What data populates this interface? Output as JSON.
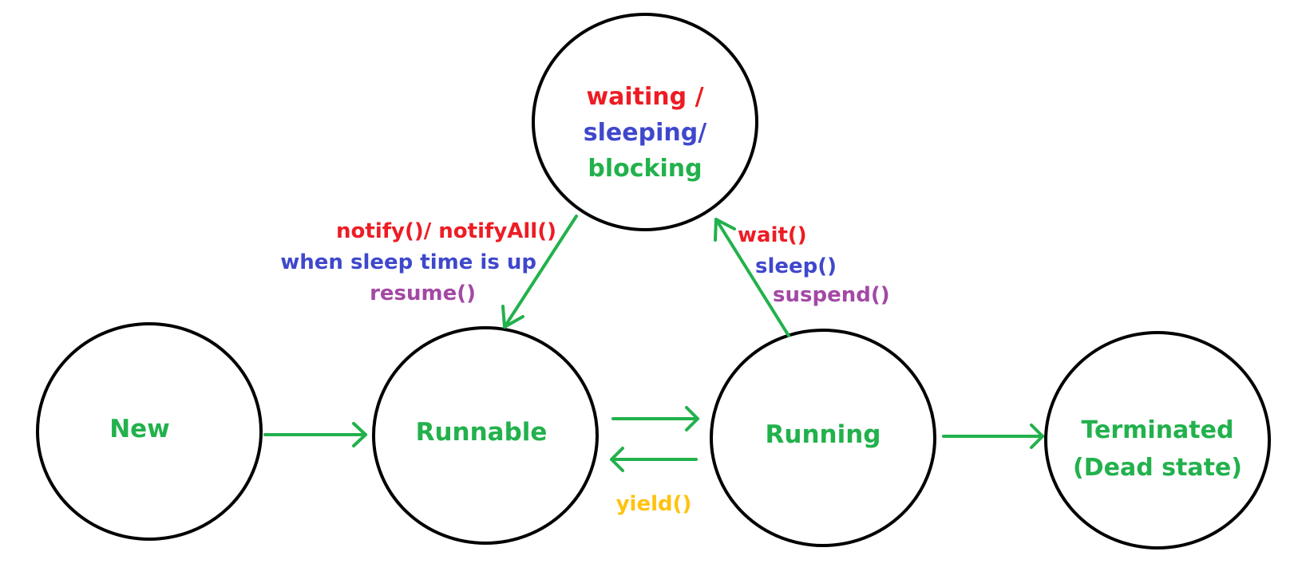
{
  "nodes": {
    "waiting": {
      "line1": "waiting",
      "line1_sep": " /",
      "line2": "sleeping/",
      "line3": "blocking"
    },
    "new": {
      "label": "New"
    },
    "runnable": {
      "label": "Runnable"
    },
    "running": {
      "label": "Running"
    },
    "terminated": {
      "line1": "Terminated",
      "line2": "(Dead state)"
    }
  },
  "transitions": {
    "to_runnable_from_waiting": {
      "line1": "notify()/ notifyAll()",
      "line2": "when sleep time is up",
      "line3": "resume()"
    },
    "to_waiting_from_running": {
      "line1": "wait()",
      "line2": "sleep()",
      "line3": "suspend()"
    },
    "running_to_runnable": {
      "label": "yield()"
    }
  },
  "colors": {
    "waiting": "#ed1c24",
    "sleeping": "#3f48cc",
    "blocking": "#22b14c",
    "suspend": "#a349a4",
    "yield": "#ffc20e",
    "arrows": "#22b14c",
    "outline": "#000000"
  }
}
